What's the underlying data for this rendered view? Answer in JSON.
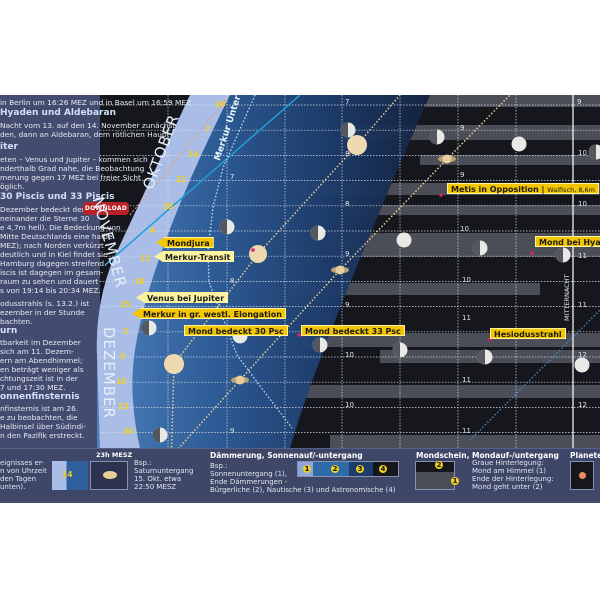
{
  "left_text": {
    "lines": [
      "in Berlin um 16:26 MEZ und in Basel um 16:59 MEZ.",
      "Nacht vom 13. auf den 14. November zunächst",
      "den, dann an Aldebaran, dem rötlichen Haupt-",
      "eten – Venus und Jupiter – kommen sich",
      "nderthalb Grad nahe, die Beobachtung",
      "merung gegen 17 MEZ bei freier Sicht",
      "öglich.",
      "Dezember bedeckt der",
      "neinander die Sterne 30",
      "e 4,7m hell). Die Bedeckung von",
      "Mitte Deutschlands eine halbe",
      "MEZ); nach Norden verkürzt",
      "deutlich und in Kiel findet sie",
      "Hamburg dagegen streifend.",
      "iscis ist dagegen im gesam-",
      "raum zu sehen und dauert",
      "s von 19:14 bis 20:34 MEZ.",
      "odusstrahls (s. 13.2.) ist",
      "ezember in der Stunde",
      "bachten.",
      "tbarkeit im Dezember",
      "sich am 11. Dezem-",
      "ern am Abendhimmel;",
      "en beträgt weniger als",
      "chtungszeit ist in der",
      "7 und 17:30 MEZ.",
      "nfinsternis ist am 26.",
      "e zu beobachten, die",
      "Halbinsel über Südindi-",
      "n den Pazifik erstreckt."
    ],
    "headings": [
      "Hyaden und Aldebaran",
      "iter",
      "30 Piscis und 33 Piscis",
      "urn",
      "onnenfinsternis"
    ],
    "download_label": "Download"
  },
  "months": [
    "Oktober",
    "November",
    "Dezember"
  ],
  "dates": [
    "30",
    "7",
    "14",
    "21",
    "28",
    "4",
    "11",
    "18",
    "25",
    "2",
    "9",
    "16",
    "23",
    "30"
  ],
  "times": [
    "7",
    "9",
    "9",
    "8",
    "10",
    "9",
    "8",
    "10",
    "10",
    "11",
    "9",
    "10",
    "9",
    "11",
    "11",
    "10",
    "12",
    "11",
    "10",
    "12",
    "11",
    "7",
    "8",
    "9"
  ],
  "midnight_label": "Mitternacht",
  "mercury_label": "Merkur Unter",
  "events": [
    {
      "label": "Metis in Opposition",
      "note": "Walfisch, 8,6m"
    },
    {
      "label": "Mond bei Hyaden"
    },
    {
      "label": "Mondjura"
    },
    {
      "label": "Merkur-Transit"
    },
    {
      "label": "Venus bei Jupiter"
    },
    {
      "label": "Merkur in gr. westl. Elongation"
    },
    {
      "label": "Mond bedeckt 30 Psc"
    },
    {
      "label": "Mond bedeckt 33 Psc"
    },
    {
      "label": "Hesiodusstrahl"
    }
  ],
  "legend": {
    "intro": [
      "eignisses er-",
      "n von Uhrzeit",
      "den Tagen",
      "unten)."
    ],
    "time_heading": "23h MESZ",
    "time_example": [
      "Bsp.:",
      "Saturnuntergang",
      "15. Okt. etwa",
      "22:50 MESZ"
    ],
    "twilight_heading": "Dämmerung, Sonnenauf/-untergang",
    "twilight_text": [
      "Bsp.:",
      "Sonnenuntergang (1),",
      "Ende Dämmerungen -",
      "Bürgerliche (2), Nautische (3) und Astronomische (4)"
    ],
    "twilight_marks": [
      "1",
      "2",
      "3",
      "4"
    ],
    "moon_heading": "Mondschein, Mondauf-/untergang",
    "moon_text": [
      "Graue Hinterlegung:",
      "Mond am Himmel (1)",
      "Ende der Hinterlegung:",
      "Mond geht unter (2)"
    ],
    "moon_marks": [
      "2",
      "1"
    ],
    "planet_heading": "Planete",
    "sample_date": "14"
  },
  "colors": {
    "panel": "#434c6f",
    "band": "#a9bde6",
    "night": "#15171d",
    "moonlit": "#4b4e56",
    "tag": "#f4c600",
    "date": "#f0d020",
    "planet": "#efd9b0",
    "mercury": "#bfe4f4"
  }
}
